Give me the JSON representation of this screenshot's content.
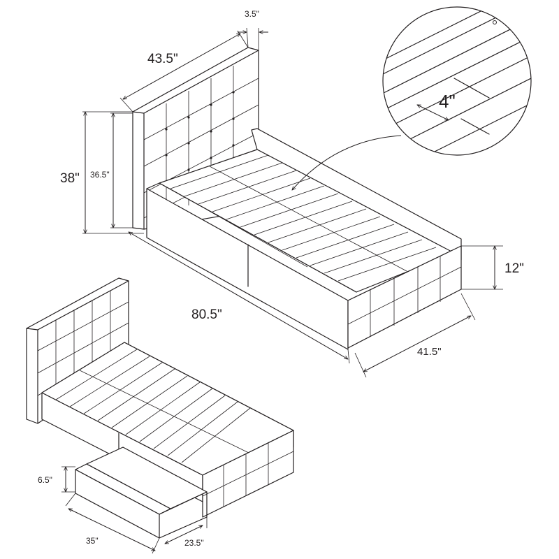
{
  "figure": {
    "subject": "upholstered bed with storage drawers",
    "dimensions": {
      "headboard_width": "43.5\"",
      "headboard_depth": "3.5\"",
      "total_height": "38\"",
      "headboard_panel_height": "36.5\"",
      "slat_spacing": "4\"",
      "bed_length": "80.5\"",
      "bed_width": "41.5\"",
      "frame_height": "12\"",
      "drawer_height": "6.5\"",
      "drawer_length": "35\"",
      "drawer_depth": "23.5\""
    }
  }
}
